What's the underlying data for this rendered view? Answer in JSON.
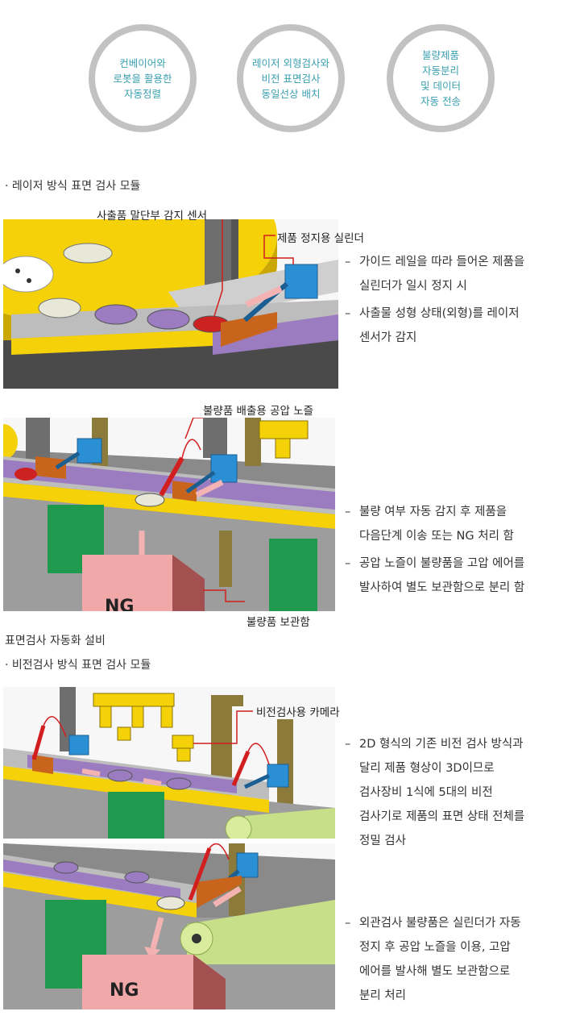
{
  "circles": [
    {
      "lines": [
        "컨베이어와",
        "로봇을 활용한",
        "자동정렬"
      ]
    },
    {
      "lines": [
        "레이저 외형검사와",
        "비전 표면검사",
        "동일선상 배치"
      ]
    },
    {
      "lines": [
        "불량제품",
        "자동분리",
        "및 데이터",
        "자동 전송"
      ]
    }
  ],
  "laser": {
    "title": "· 레이저 방식 표면 검사 모듈",
    "callouts": {
      "sensor": "사출품 말단부 감지 센서",
      "cylinder": "제품 정지용 실린더",
      "nozzle": "불량품 배출용 공압 노즐",
      "bin": "불량품 보관함"
    },
    "bullets_top": [
      [
        "가이드 레일을 따라 들어온 제품을",
        "실린더가 일시 정지 시"
      ],
      [
        "사출물 성형 상태(외형)를 레이저",
        "센서가 감지"
      ]
    ],
    "bullets_bottom": [
      [
        "불량 여부 자동 감지 후 제품을",
        "다음단계 이송 또는 NG 처리 함"
      ],
      [
        "공압 노즐이 불량품을 고압 에어를",
        "발사하여 별도 보관함으로 분리 함"
      ]
    ],
    "ng_label": "NG"
  },
  "caption": "표면검사 자동화 설비",
  "vision": {
    "title": "· 비전검사 방식 표면 검사 모듈",
    "callouts": {
      "camera": "비전검사용 카메라"
    },
    "bullets_top": [
      [
        "2D 형식의 기존 비전 검사 방식과",
        "달리 제품 형상이 3D이므로",
        "검사장비 1식에 5대의 비전",
        "검사기로 제품의 표면 상태 전체를",
        "정밀 검사"
      ]
    ],
    "bullets_bottom": [
      [
        "외관검사 불량품은 실린더가 자동",
        "정지 후 공압 노즐을 이용, 고압",
        "에어를 발사해 별도 보관함으로",
        "분리 처리"
      ]
    ],
    "ng_label": "NG"
  },
  "dash": "–",
  "colors": {
    "circle_text": "#3a9fb0",
    "conveyor": "#9b7cc0",
    "rail_yellow": "#f5d10a",
    "cylinder_blue": "#2b8fd6",
    "stopper_orange": "#c8641b",
    "bin": "#f0a8a8",
    "leg_green": "#1f9a4f",
    "arrow_pink": "#f4b3b3",
    "callout_red": "#d21e1e"
  }
}
